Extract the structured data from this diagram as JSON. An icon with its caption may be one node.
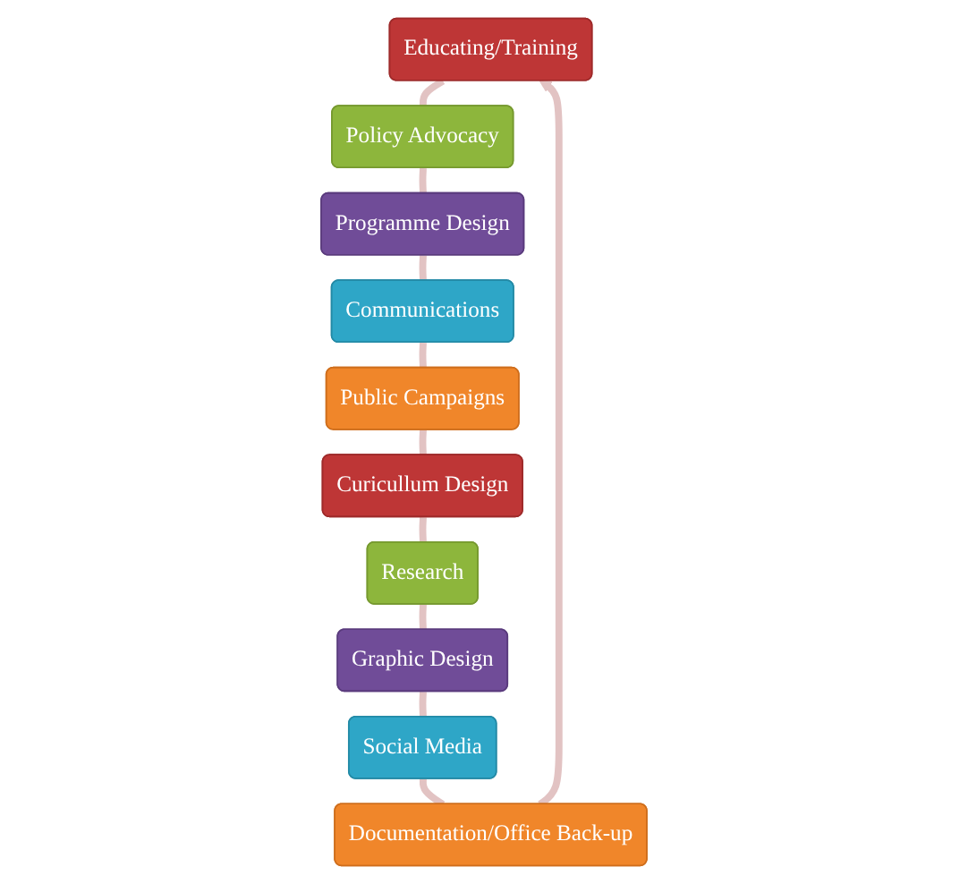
{
  "diagram": {
    "nodes": [
      {
        "text": [
          "Educating/Training"
        ]
      },
      {
        "text": [
          "Policy Advocacy"
        ]
      },
      {
        "text": [
          "Programme Design"
        ]
      },
      {
        "text": [
          "Communications"
        ]
      },
      {
        "text": [
          "Public Campaigns"
        ]
      },
      {
        "text": [
          "Curicullum Design"
        ]
      },
      {
        "text": [
          "Research"
        ]
      },
      {
        "text": [
          "Graphic Design"
        ]
      },
      {
        "text": [
          "Social Media"
        ]
      },
      {
        "text": [
          "Documentation/Office Back-up"
        ]
      }
    ],
    "edges": [
      {
        "from": 0,
        "to": 1,
        "arrow": "none"
      },
      {
        "from": 1,
        "to": 2,
        "arrow": "none"
      },
      {
        "from": 2,
        "to": 3,
        "arrow": "none"
      },
      {
        "from": 3,
        "to": 4,
        "arrow": "none"
      },
      {
        "from": 4,
        "to": 5,
        "arrow": "none"
      },
      {
        "from": 5,
        "to": 6,
        "arrow": "none"
      },
      {
        "from": 6,
        "to": 7,
        "arrow": "none"
      },
      {
        "from": 7,
        "to": 8,
        "arrow": "none"
      },
      {
        "from": 8,
        "to": 9,
        "arrow": "none"
      },
      {
        "from": 9,
        "to": 0,
        "arrow": "to"
      }
    ]
  }
}
